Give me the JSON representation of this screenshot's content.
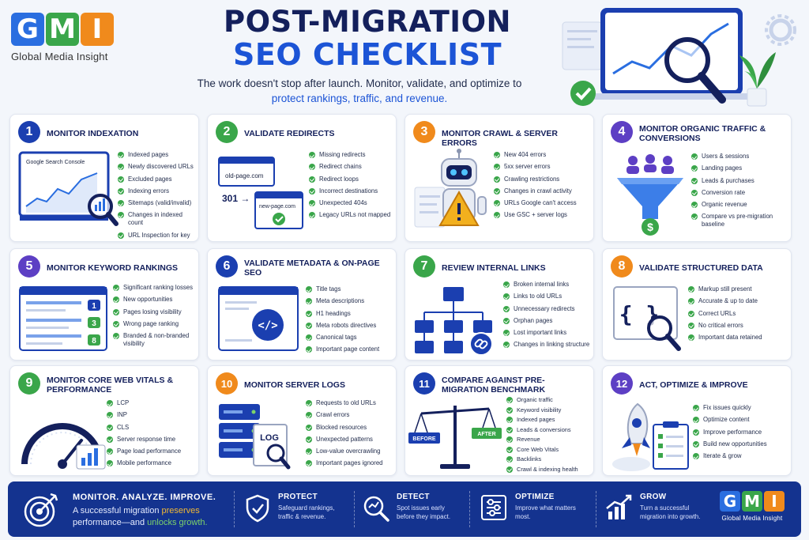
{
  "brand": {
    "tiles": [
      "G",
      "M",
      "I"
    ],
    "name": "Global Media Insight"
  },
  "header": {
    "title_line1": "POST-MIGRATION",
    "title_line2": "SEO CHECKLIST",
    "subtitle_line1": "The work doesn't stop after launch. Monitor, validate, and optimize to",
    "subtitle_line2": "protect rankings, traffic, and revenue."
  },
  "colors": {
    "navy": "#14205c",
    "blue": "#1c54d6",
    "green": "#3aa64a",
    "orange": "#f08a1c",
    "purple": "#5d3fc4",
    "footer": "#14338f"
  },
  "cards": [
    {
      "num": "1",
      "title": "MONITOR INDEXATION",
      "art_label": "Google Search Console",
      "items": [
        "Indexed pages",
        "Newly discovered URLs",
        "Excluded pages",
        "Indexing errors",
        "Sitemaps (valid/invalid)",
        "Changes in indexed count",
        "URL Inspection for key pages"
      ]
    },
    {
      "num": "2",
      "title": "VALIDATE REDIRECTS",
      "art_old": "old-page.com",
      "art_code": "301 →",
      "art_new": "new-page.com",
      "items": [
        "Missing redirects",
        "Redirect chains",
        "Redirect loops",
        "Incorrect destinations",
        "Unexpected 404s",
        "Legacy URLs not mapped"
      ]
    },
    {
      "num": "3",
      "title": "MONITOR CRAWL & SERVER ERRORS",
      "items": [
        "New 404 errors",
        "5xx server errors",
        "Crawling restrictions",
        "Changes in crawl activity",
        "URLs Google can't access",
        "Use GSC + server logs"
      ]
    },
    {
      "num": "4",
      "title": "MONITOR ORGANIC TRAFFIC & CONVERSIONS",
      "art_symbol": "$",
      "items": [
        "Users & sessions",
        "Landing pages",
        "Leads & purchases",
        "Conversion rate",
        "Organic revenue",
        "Compare vs pre-migration baseline"
      ]
    },
    {
      "num": "5",
      "title": "MONITOR KEYWORD RANKINGS",
      "art_ranks": [
        "1",
        "3",
        "8"
      ],
      "items": [
        "Significant ranking losses",
        "New opportunities",
        "Pages losing visibility",
        "Wrong page ranking",
        "Branded & non-branded visibility"
      ]
    },
    {
      "num": "6",
      "title": "VALIDATE METADATA & ON-PAGE SEO",
      "art_symbol": "</>",
      "items": [
        "Title tags",
        "Meta descriptions",
        "H1 headings",
        "Meta robots directives",
        "Canonical tags",
        "Important page content"
      ]
    },
    {
      "num": "7",
      "title": "REVIEW INTERNAL LINKS",
      "items": [
        "Broken internal links",
        "Links to old URLs",
        "Unnecessary redirects",
        "Orphan pages",
        "Lost important links",
        "Changes in linking structure"
      ]
    },
    {
      "num": "8",
      "title": "VALIDATE STRUCTURED DATA",
      "art_symbol": "{ }",
      "items": [
        "Markup still present",
        "Accurate & up to date",
        "Correct URLs",
        "No critical errors",
        "Important data retained"
      ]
    },
    {
      "num": "9",
      "title": "MONITOR CORE WEB VITALS & PERFORMANCE",
      "items": [
        "LCP",
        "INP",
        "CLS",
        "Server response time",
        "Page load performance",
        "Mobile performance"
      ]
    },
    {
      "num": "10",
      "title": "MONITOR SERVER LOGS",
      "art_label": "LOG",
      "items": [
        "Requests to old URLs",
        "Crawl errors",
        "Blocked resources",
        "Unexpected patterns",
        "Low-value overcrawling",
        "Important pages ignored"
      ]
    },
    {
      "num": "11",
      "title": "COMPARE AGAINST PRE-MIGRATION BENCHMARK",
      "art_before": "BEFORE",
      "art_after": "AFTER",
      "items": [
        "Organic traffic",
        "Keyword visibility",
        "Indexed pages",
        "Leads & conversions",
        "Revenue",
        "Core Web Vitals",
        "Backlinks",
        "Crawl & indexing health"
      ]
    },
    {
      "num": "12",
      "title": "ACT, OPTIMIZE & IMPROVE",
      "items": [
        "Fix issues quickly",
        "Optimize content",
        "Improve performance",
        "Build new opportunities",
        "Iterate & grow"
      ]
    }
  ],
  "footer": {
    "headline": "MONITOR. ANALYZE. IMPROVE.",
    "text_a": "A successful migration ",
    "text_preserves": "preserves",
    "text_b": "performance—and ",
    "text_unlocks": "unlocks growth.",
    "items": [
      {
        "heading": "PROTECT",
        "desc_line1": "Safeguard rankings,",
        "desc_line2": "traffic & revenue.",
        "icon": "shield-icon"
      },
      {
        "heading": "DETECT",
        "desc_line1": "Spot issues early",
        "desc_line2": "before they impact.",
        "icon": "magnifier-icon"
      },
      {
        "heading": "OPTIMIZE",
        "desc_line1": "Improve what matters",
        "desc_line2": "most.",
        "icon": "sliders-icon"
      },
      {
        "heading": "GROW",
        "desc_line1": "Turn a successful",
        "desc_line2": "migration into growth.",
        "icon": "growth-chart-icon"
      }
    ]
  }
}
